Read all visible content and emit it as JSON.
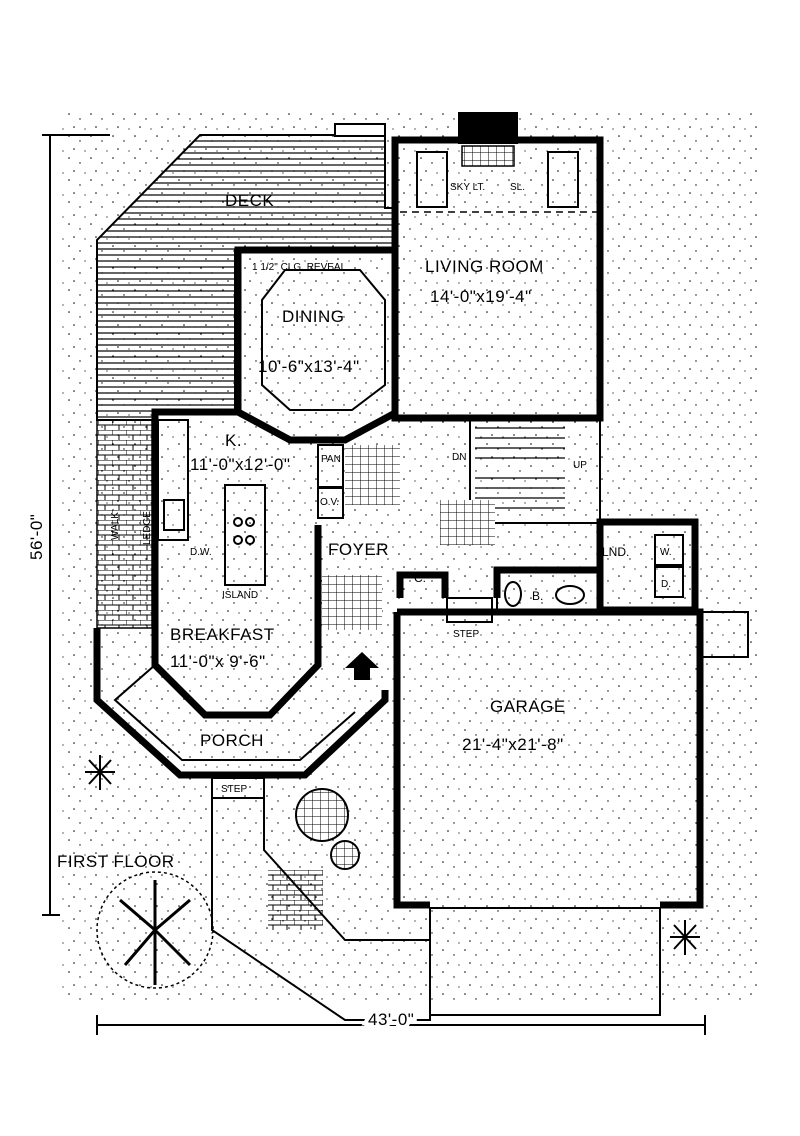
{
  "plan": {
    "title": "FIRST FLOOR",
    "overall_depth": "56'-0\"",
    "overall_width": "43'-0\""
  },
  "rooms": {
    "deck": "DECK",
    "living_room": {
      "name": "LIVING ROOM",
      "size": "14'-0\"x19'-4\""
    },
    "dining": {
      "name": "DINING",
      "size": "10'-6\"x13'-4\""
    },
    "ceiling_note": "1 1/2\" CLG. REVEAL",
    "kitchen": {
      "name": "K.",
      "size": "11'-0\"x12'-0\""
    },
    "island": "ISLAND",
    "breakfast": {
      "name": "BREAKFAST",
      "size": "11'-0\"x 9'-6\""
    },
    "porch": "PORCH",
    "foyer": "FOYER",
    "garage": {
      "name": "GARAGE",
      "size": "21'-4\"x21'-8\""
    },
    "laundry": "LND.",
    "washer": "W.",
    "dryer": "D.",
    "bath": "B.",
    "closet": "C.",
    "pantry": "PAN",
    "oven": "O.V.",
    "dishwasher": "D.W.",
    "walk": "WALK",
    "ledge": "LEDGE",
    "skylight": "SKY LT.",
    "skylight_side": "SL.",
    "stairs_down": "DN",
    "stairs_up": "UP",
    "step_garage": "STEP",
    "step_porch": "STEP"
  }
}
